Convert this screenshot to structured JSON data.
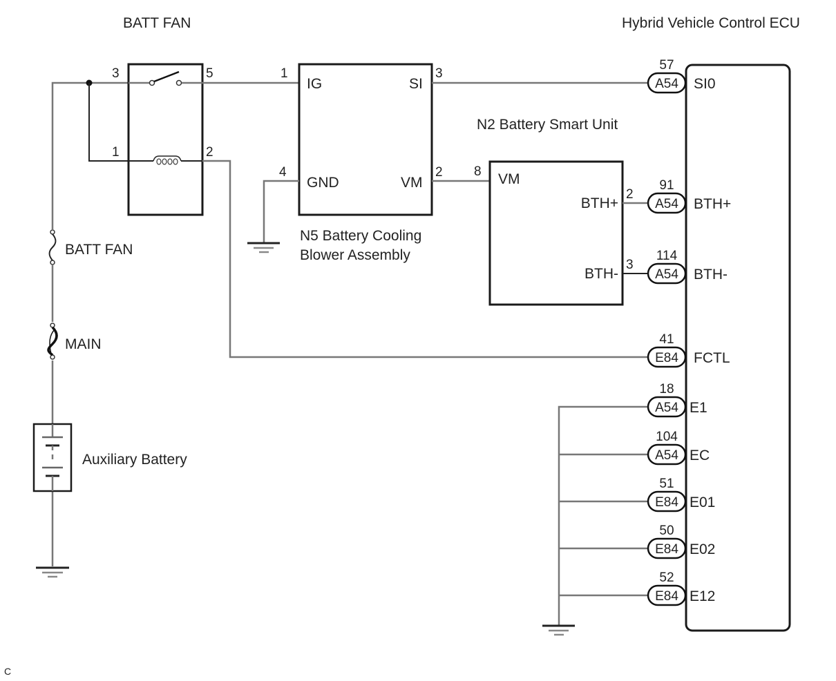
{
  "titles": {
    "relay": "BATT FAN",
    "ecu": "Hybrid Vehicle Control ECU",
    "smart_unit": "N2 Battery Smart Unit",
    "blower_line1": "N5 Battery Cooling",
    "blower_line2": "Blower Assembly",
    "fuse_batt_fan": "BATT FAN",
    "fuse_main": "MAIN",
    "aux_battery": "Auxiliary Battery",
    "footer_code": "C"
  },
  "relay": {
    "pins": {
      "p3": "3",
      "p5": "5",
      "p1": "1",
      "p2": "2"
    }
  },
  "blower": {
    "pins": {
      "ig_num": "1",
      "si_num": "3",
      "gnd_num": "4",
      "vm_num": "2"
    },
    "labels": {
      "ig": "IG",
      "si": "SI",
      "gnd": "GND",
      "vm": "VM"
    }
  },
  "smart_unit": {
    "pins": {
      "vm_num": "8",
      "bthp_num": "2",
      "bthm_num": "3"
    },
    "labels": {
      "vm": "VM",
      "bthp": "BTH+",
      "bthm": "BTH-"
    }
  },
  "ecu_terminals": [
    {
      "pin": "57",
      "connector": "A54",
      "name": "SI0"
    },
    {
      "pin": "91",
      "connector": "A54",
      "name": "BTH+"
    },
    {
      "pin": "114",
      "connector": "A54",
      "name": "BTH-"
    },
    {
      "pin": "41",
      "connector": "E84",
      "name": "FCTL"
    },
    {
      "pin": "18",
      "connector": "A54",
      "name": "E1"
    },
    {
      "pin": "104",
      "connector": "A54",
      "name": "EC"
    },
    {
      "pin": "51",
      "connector": "E84",
      "name": "E01"
    },
    {
      "pin": "50",
      "connector": "E84",
      "name": "E02"
    },
    {
      "pin": "52",
      "connector": "E84",
      "name": "E12"
    }
  ]
}
